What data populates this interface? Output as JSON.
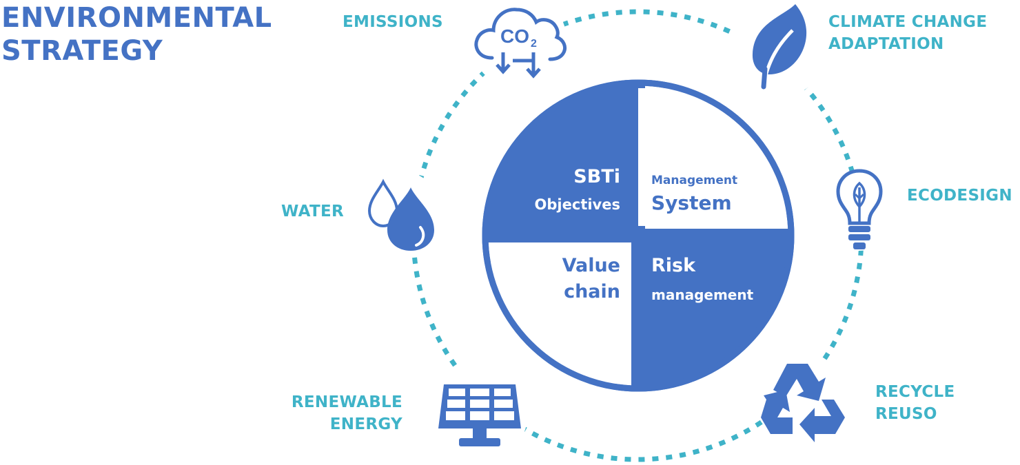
{
  "title": {
    "line1": "ENVIRONMENTAL",
    "line2": "STRATEGY"
  },
  "colors": {
    "primary": "#4472c4",
    "accent": "#3fb3c8",
    "white": "#ffffff"
  },
  "center": {
    "q1": {
      "line1": "SBTi",
      "line2": "Objectives"
    },
    "q2": {
      "line1": "Management",
      "line2": "System"
    },
    "q3": {
      "line1": "Value",
      "line2": "chain"
    },
    "q4": {
      "line1": "Risk",
      "line2": "management"
    }
  },
  "pillars": {
    "emissions": {
      "label": "EMISSIONS",
      "icon": "co2-cloud-icon",
      "icon_text": "CO",
      "icon_sub": "2"
    },
    "climate": {
      "line1": "CLIMATE CHANGE",
      "line2": "ADAPTATION",
      "icon": "leaf-icon"
    },
    "ecodesign": {
      "label": "ECODESIGN",
      "icon": "lightbulb-leaf-icon"
    },
    "recycle": {
      "line1": "RECYCLE",
      "line2": "REUSO",
      "icon": "recycle-icon"
    },
    "renewable": {
      "line1": "RENEWABLE",
      "line2": "ENERGY",
      "icon": "solar-panel-icon"
    },
    "water": {
      "label": "WATER",
      "icon": "water-drops-icon"
    }
  }
}
